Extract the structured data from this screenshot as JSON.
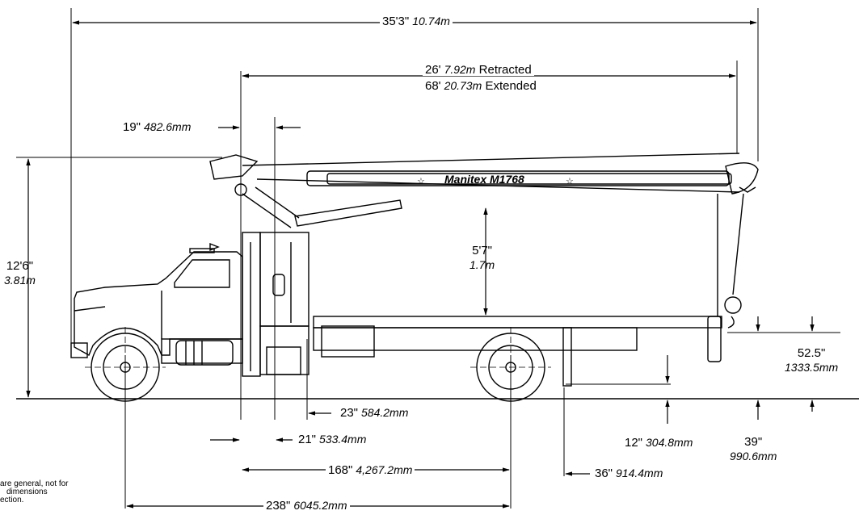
{
  "dimensions": {
    "overall_length": {
      "imperial": "35'3\"",
      "metric": "10.74m"
    },
    "boom_retracted": {
      "imperial": "26'",
      "metric": "7.92m",
      "state": "Retracted"
    },
    "boom_extended": {
      "imperial": "68'",
      "metric": "20.73m",
      "state": "Extended"
    },
    "boom_offset": {
      "imperial": "19\"",
      "metric": "482.6mm"
    },
    "overall_height": {
      "imperial": "12'6\"",
      "metric": "3.81m"
    },
    "boom_clearance": {
      "imperial": "5'7\"",
      "metric": "1.7m"
    },
    "deck_height": {
      "imperial": "52.5\"",
      "metric": "1333.5mm"
    },
    "dim_23": {
      "imperial": "23\"",
      "metric": "584.2mm"
    },
    "dim_21": {
      "imperial": "21\"",
      "metric": "533.4mm"
    },
    "dim_168": {
      "imperial": "168\"",
      "metric": "4,267.2mm"
    },
    "wheelbase": {
      "imperial": "238\"",
      "metric": "6045.2mm"
    },
    "outrigger_clearance": {
      "imperial": "12\"",
      "metric": "304.8mm"
    },
    "rear_height": {
      "imperial": "39\"",
      "metric": "990.6mm"
    },
    "outrigger_offset": {
      "imperial": "36\"",
      "metric": "914.4mm"
    }
  },
  "boom_label": "Manitex M1768",
  "note": {
    "line1": "are general, not for",
    "line2": "dimensions",
    "line3": "ection."
  }
}
